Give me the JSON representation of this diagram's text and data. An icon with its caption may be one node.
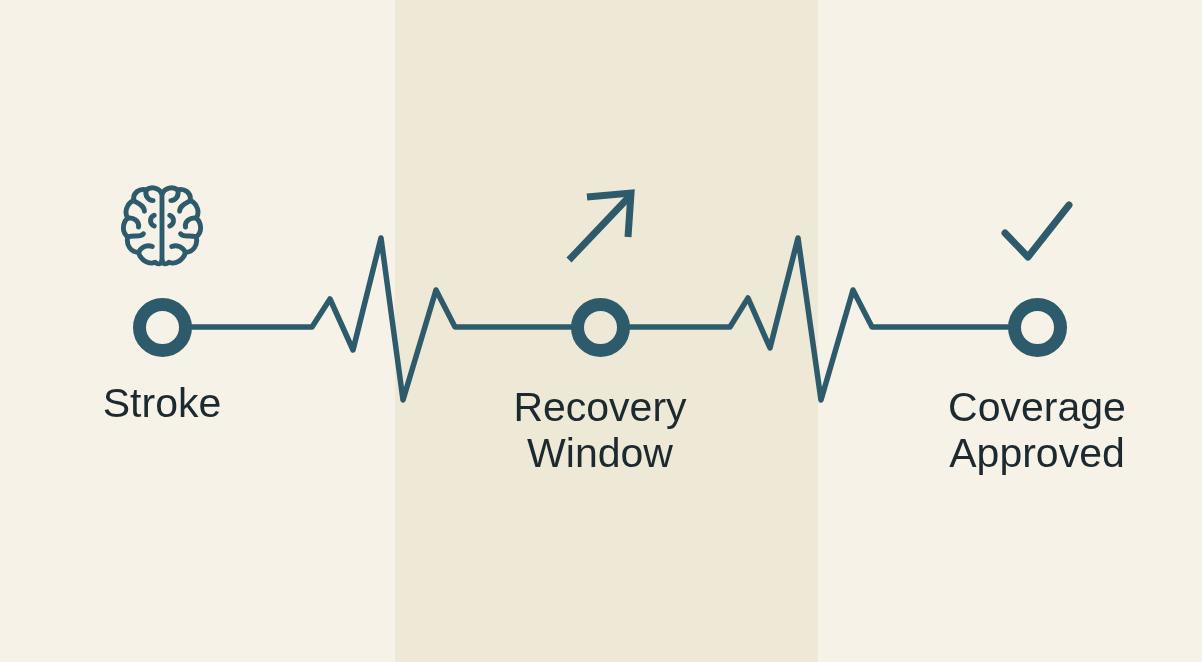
{
  "diagram": {
    "nodes": [
      {
        "text": [
          "Stroke"
        ]
      },
      {
        "text": [
          "Recovery Window"
        ]
      },
      {
        "text": [
          "Coverage Approved"
        ]
      }
    ],
    "edges": [
      {
        "from": 0,
        "to": 1,
        "arrow": "none"
      },
      {
        "from": 1,
        "to": 2,
        "arrow": "none"
      }
    ]
  }
}
